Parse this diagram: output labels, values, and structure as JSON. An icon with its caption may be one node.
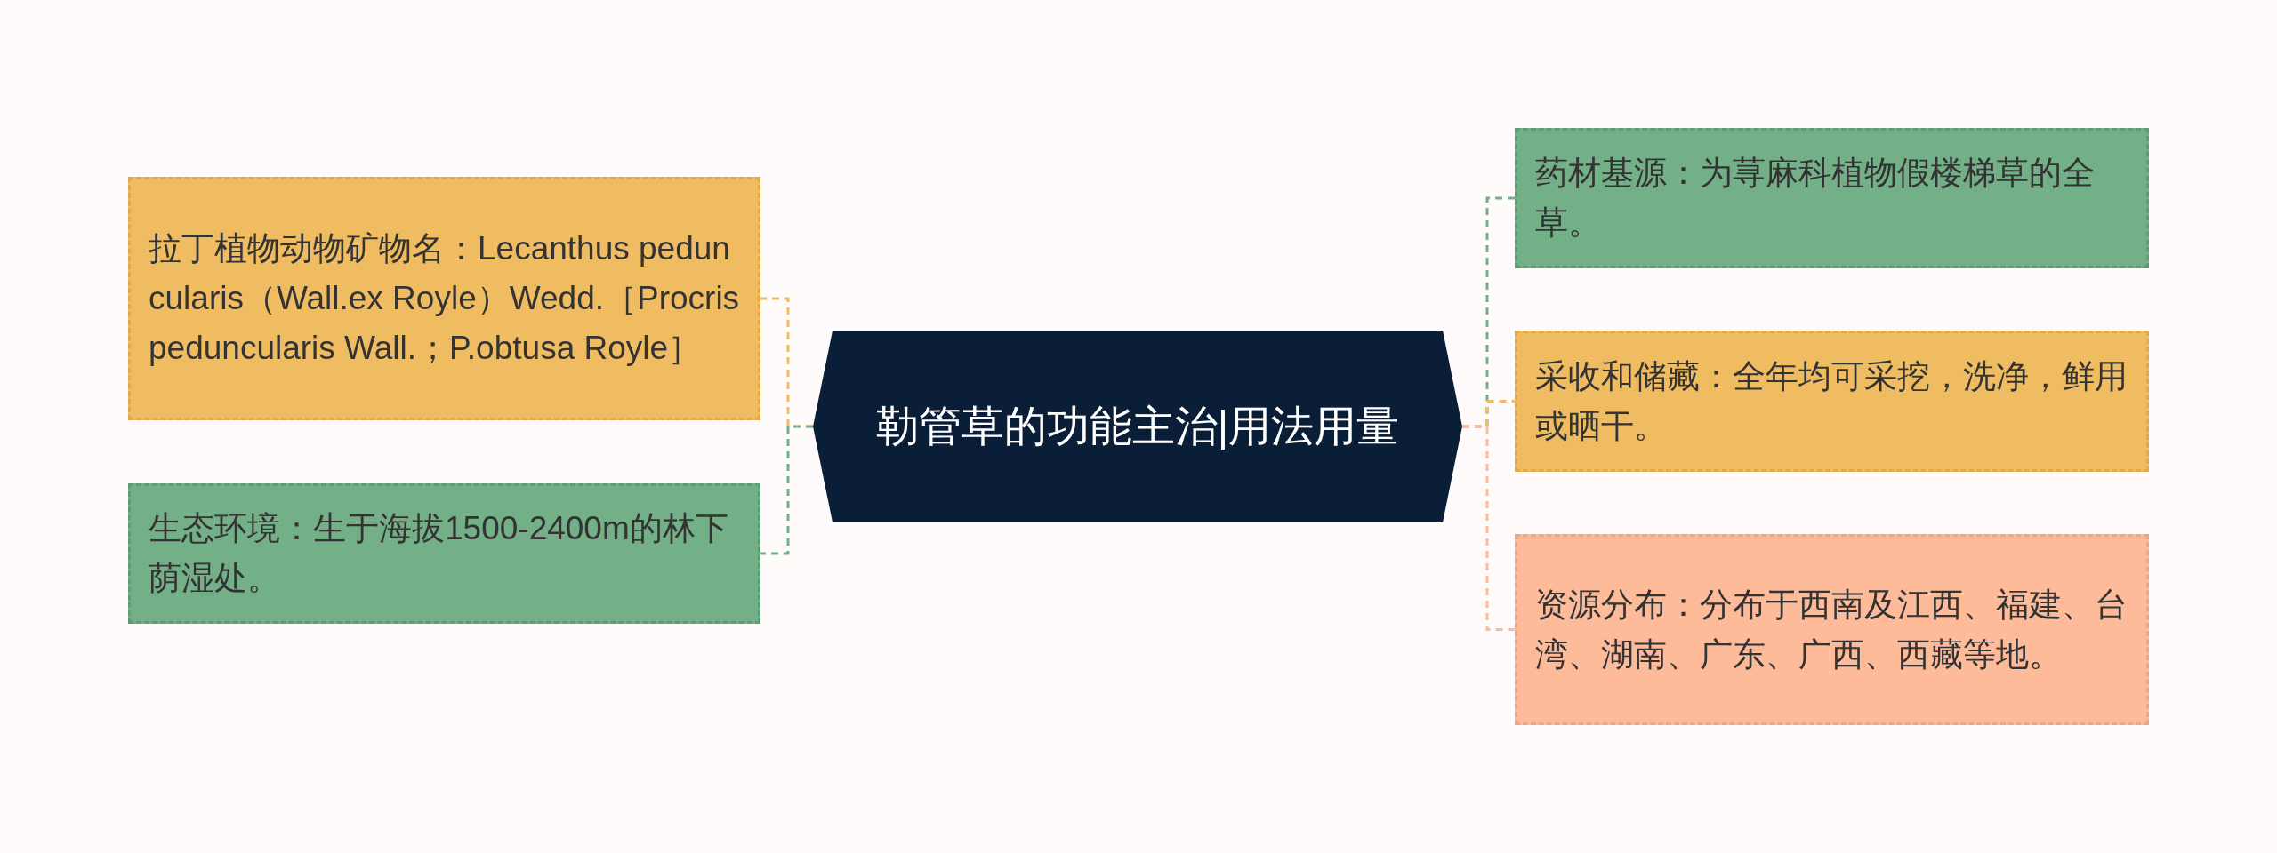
{
  "diagram": {
    "nodes": [
      {
        "text": [
          "勒管草的功能主治|用法用量"
        ]
      },
      {
        "text": [
          "拉丁植物动物矿物名：Lecanthus peduncularis（Wall.ex Royle）Wedd.［Procris peduncularis Wall.；P.obtusa Royle］"
        ]
      },
      {
        "text": [
          "生态环境：生于海拔1500-2400m的林下荫湿处。"
        ]
      },
      {
        "text": [
          "药材基源：为荨麻科植物假楼梯草的全草。"
        ]
      },
      {
        "text": [
          "采收和储藏：全年均可采挖，洗净，鲜用或晒干。"
        ]
      },
      {
        "text": [
          "资源分布：分布于西南及江西、福建、台湾、湖南、广东、广西、西藏等地。"
        ]
      }
    ],
    "edges": [
      {
        "from": 0,
        "to": 1,
        "arrow": "none",
        "style": "dashed",
        "color": "#f0bc62"
      },
      {
        "from": 0,
        "to": 2,
        "arrow": "none",
        "style": "dashed",
        "color": "#73b087"
      },
      {
        "from": 0,
        "to": 3,
        "arrow": "none",
        "style": "dashed",
        "color": "#73b087"
      },
      {
        "from": 0,
        "to": 4,
        "arrow": "none",
        "style": "dashed",
        "color": "#f0bc62"
      },
      {
        "from": 0,
        "to": 5,
        "arrow": "none",
        "style": "dashed",
        "color": "#fdbb9a"
      }
    ]
  }
}
